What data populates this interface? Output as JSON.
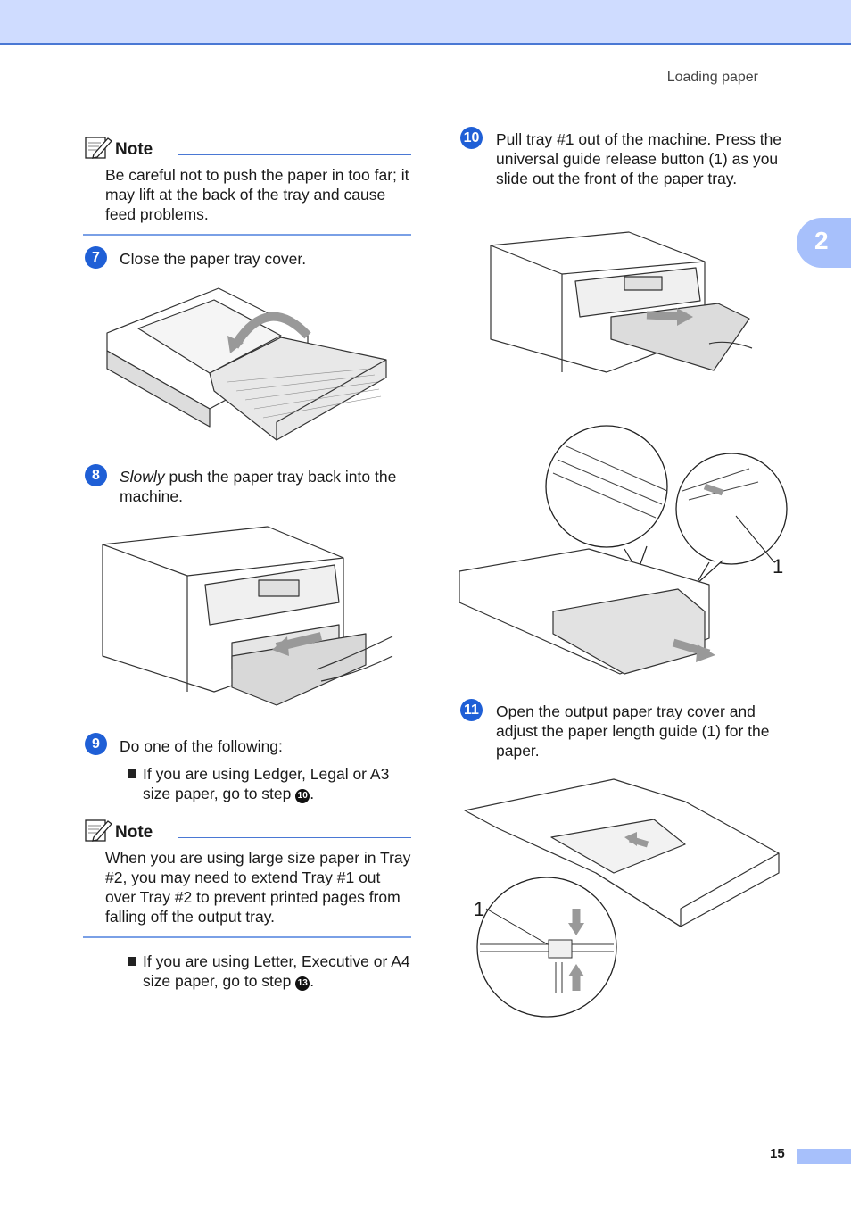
{
  "header": {
    "running_title": "Loading paper"
  },
  "chapter_tab": {
    "number": "2"
  },
  "footer": {
    "page_number": "15"
  },
  "notes": [
    {
      "label": "Note",
      "text": "Be careful not to push the paper in too far; it may lift at the back of the tray and cause feed problems."
    },
    {
      "label": "Note",
      "text": "When you are using large size paper in Tray #2, you may need to extend Tray #1 out over Tray #2 to prevent printed pages from falling off the output tray."
    }
  ],
  "steps": {
    "s7": {
      "num": "7",
      "text": "Close the paper tray cover."
    },
    "s8": {
      "num": "8",
      "emph": "Slowly",
      "text": " push the paper tray back into the machine."
    },
    "s9": {
      "num": "9",
      "text": "Do one of the following:",
      "bullet1_text": "If you are using Ledger, Legal or A3 size paper, go to step ",
      "bullet1_ref": "10",
      "bullet2_text": "If you are using Letter, Executive or A4 size paper, go to step ",
      "bullet2_ref": "13"
    },
    "s10": {
      "num": "10",
      "text": "Pull tray #1 out of the machine. Press the universal guide release button (1) as you slide out the front of the paper tray."
    },
    "s11": {
      "num": "11",
      "text": "Open the output paper tray cover and adjust the paper length guide (1) for the paper."
    }
  },
  "callouts": {
    "release_button": "1",
    "length_guide": "1"
  }
}
